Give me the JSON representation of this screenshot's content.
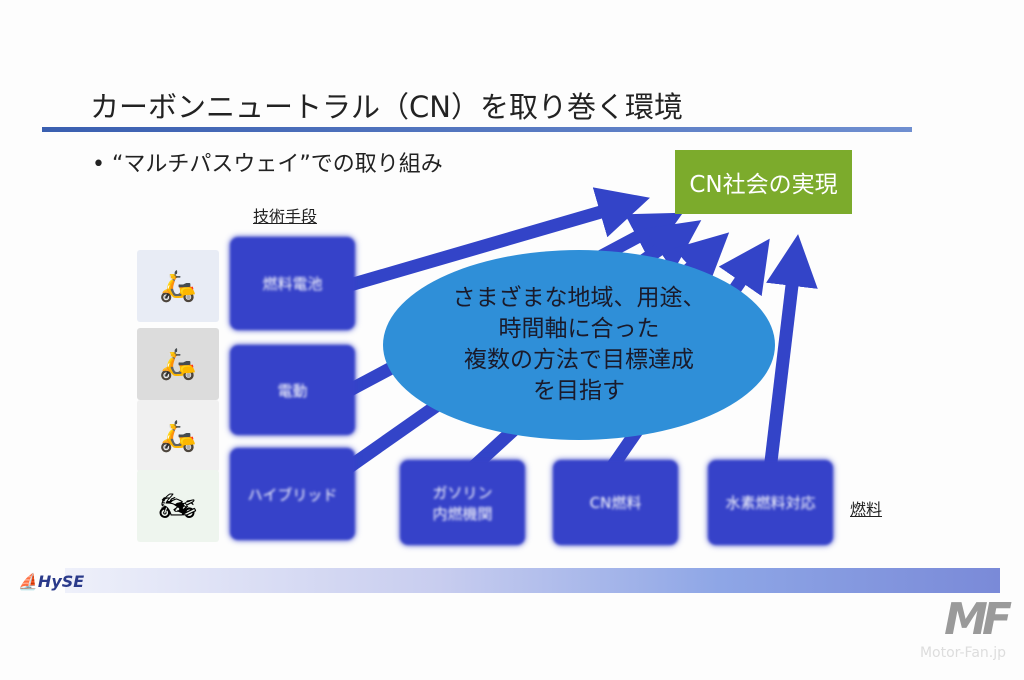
{
  "header": {
    "title": "カーボンニュートラル（CN）を取り巻く環境",
    "bullet": "• “マルチパスウェイ”での取り組み"
  },
  "goal": "CN社会の実現",
  "labels": {
    "tech": "技術手段",
    "fuel": "燃料"
  },
  "tech_boxes": [
    "燃料電池",
    "電動",
    "ハイブリッド"
  ],
  "fuel_boxes": [
    "ガソリン\n内燃機関",
    "CN燃料",
    "水素燃料対応"
  ],
  "ellipse_lines": [
    "さまざまな地域、用途、",
    "時間軸に合った",
    "複数の方法で目標達成",
    "を目指す"
  ],
  "footer": {
    "logo": "HySE"
  },
  "watermark": {
    "mark": "MF",
    "site": "Motor-Fan.jp"
  },
  "colors": {
    "box": "#3642c9",
    "goal": "#7cab2c",
    "ellipse": "#2f8fd8"
  }
}
